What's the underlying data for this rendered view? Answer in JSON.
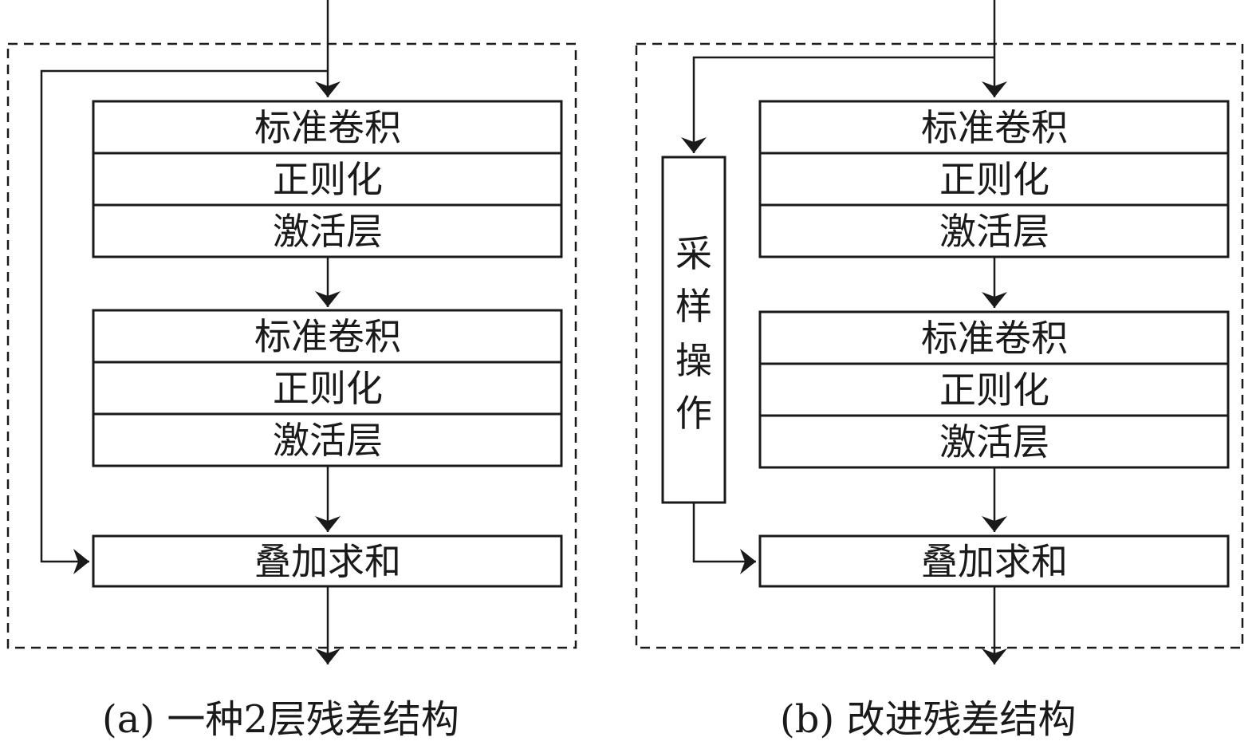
{
  "panel_a": {
    "caption": "(a)  一种2层残差结构",
    "block1": [
      "标准卷积",
      "正则化",
      "激活层"
    ],
    "block2": [
      "标准卷积",
      "正则化",
      "激活层"
    ],
    "sum": "叠加求和"
  },
  "panel_b": {
    "caption": "(b)  改进残差结构",
    "block1": [
      "标准卷积",
      "正则化",
      "激活层"
    ],
    "block2": [
      "标准卷积",
      "正则化",
      "激活层"
    ],
    "sum": "叠加求和",
    "shortcut_chars": [
      "采",
      "样",
      "操",
      "作"
    ]
  }
}
